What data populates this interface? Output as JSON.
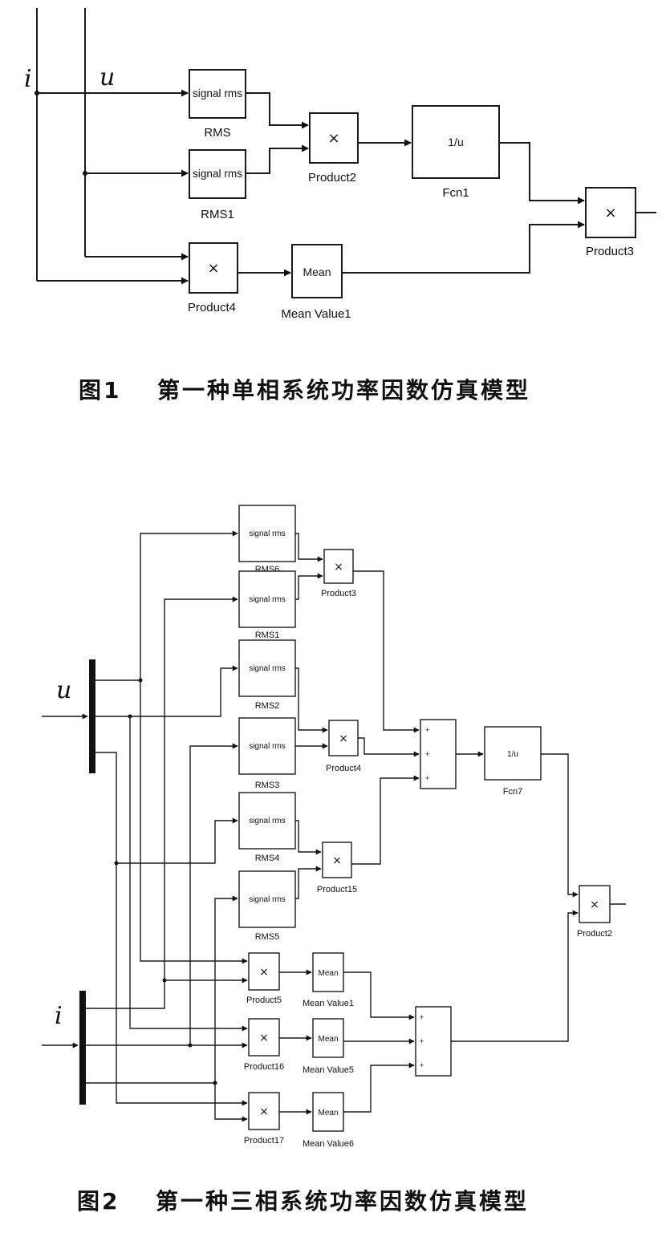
{
  "figure1": {
    "signals": {
      "i": "i",
      "u": "u"
    },
    "rms": {
      "top": "signal rms",
      "label": "RMS"
    },
    "rms1": {
      "top": "signal rms",
      "label": "RMS1"
    },
    "product2": {
      "sym": "×",
      "label": "Product2"
    },
    "fcn1": {
      "expr": "1/u",
      "label": "Fcn1"
    },
    "product3": {
      "sym": "×",
      "label": "Product3"
    },
    "product4": {
      "sym": "×",
      "label": "Product4"
    },
    "mean1": {
      "top": "Mean",
      "label": "Mean Value1"
    },
    "caption_num": "图1",
    "caption_text": "第一种单相系统功率因数仿真模型"
  },
  "figure2": {
    "signals": {
      "u": "u",
      "i": "i"
    },
    "rms_blocks": [
      {
        "text": "signal   rms",
        "label": "RMS6"
      },
      {
        "text": "signal   rms",
        "label": "RMS1"
      },
      {
        "text": "signal   rms",
        "label": "RMS2"
      },
      {
        "text": "signal   rms",
        "label": "RMS3"
      },
      {
        "text": "signal   rms",
        "label": "RMS4"
      },
      {
        "text": "signal   rms",
        "label": "RMS5"
      }
    ],
    "products_rms": [
      {
        "sym": "×",
        "label": "Product3"
      },
      {
        "sym": "×",
        "label": "Product4"
      },
      {
        "sym": "×",
        "label": "Product15"
      }
    ],
    "fcn7": {
      "expr": "1/u",
      "label": "Fcn7"
    },
    "product2": {
      "sym": "×",
      "label": "Product2"
    },
    "products_mean": [
      {
        "sym": "×",
        "label": "Product5"
      },
      {
        "sym": "×",
        "label": "Product16"
      },
      {
        "sym": "×",
        "label": "Product17"
      }
    ],
    "means": [
      {
        "text": "Mean",
        "label": "Mean Value1"
      },
      {
        "text": "Mean",
        "label": "Mean Value5"
      },
      {
        "text": "Mean",
        "label": "Mean Value6"
      }
    ],
    "sum_sign": "+",
    "caption_num": "图2",
    "caption_text": "第一种三相系统功率因数仿真模型"
  }
}
